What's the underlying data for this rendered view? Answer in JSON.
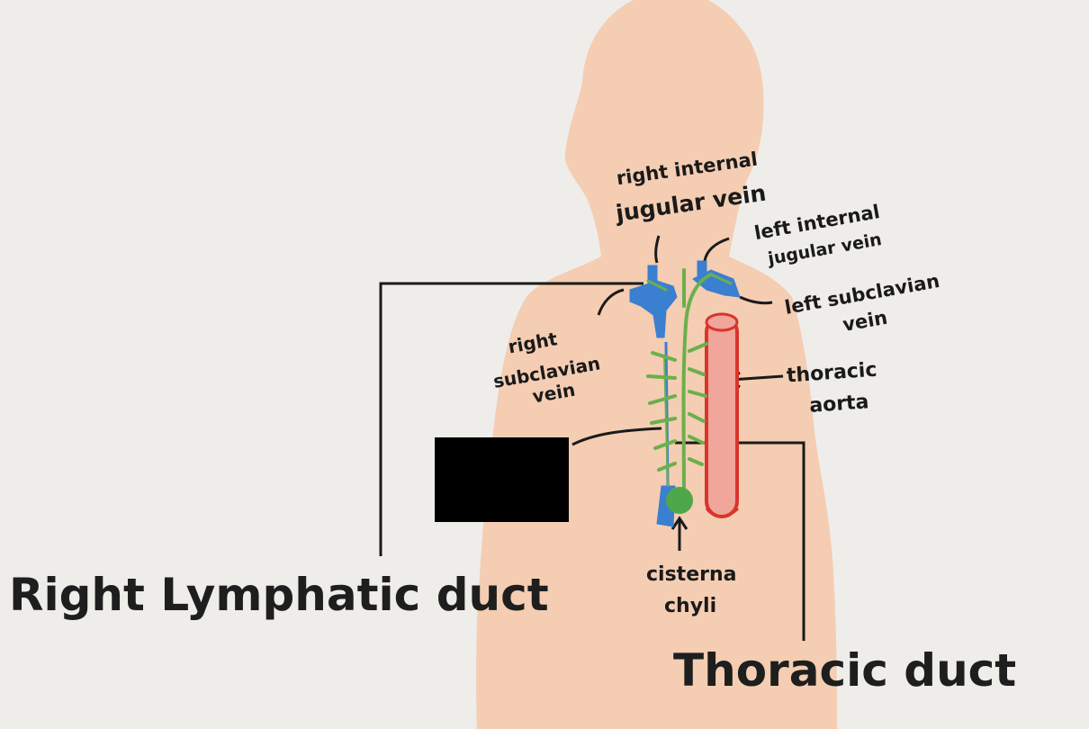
{
  "labels": {
    "right_internal_jugular": [
      "right internal",
      "jugular vein"
    ],
    "left_internal_jugular": [
      "left internal",
      "jugular vein"
    ],
    "left_subclavian": [
      "left subclavian",
      "vein"
    ],
    "right_subclavian": [
      "right",
      "subclavian",
      "vein"
    ],
    "thoracic_aorta": [
      "thoracic",
      "aorta"
    ],
    "cisterna_chyli": [
      "cisterna",
      "chyli"
    ],
    "right_lymphatic_duct": "Right Lymphatic duct",
    "thoracic_duct": "Thoracic duct"
  },
  "colors": {
    "background": "#efedea",
    "skin": "#f4cdb2",
    "vein_blue": "#3b7fd0",
    "lymph_green": "#6ab04c",
    "aorta_red": "#d9352b",
    "aorta_fill": "#f0a69a",
    "redaction": "#000000",
    "line": "#1a1a1a"
  }
}
